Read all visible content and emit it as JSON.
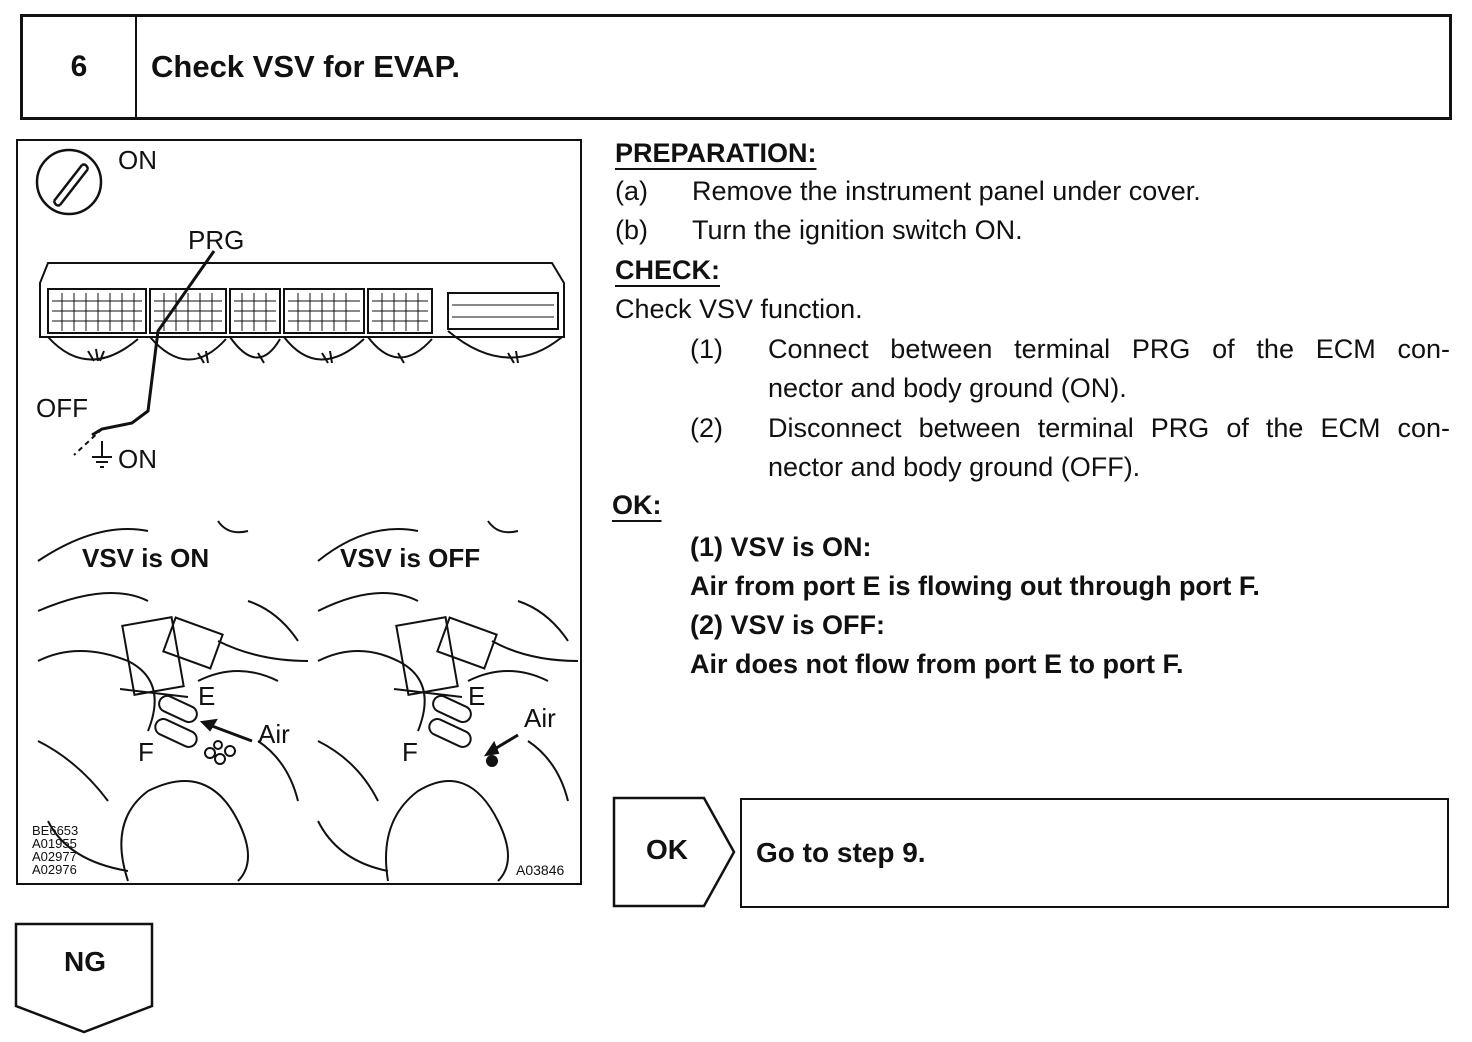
{
  "header": {
    "step_number": "6",
    "title": "Check VSV for EVAP."
  },
  "figure": {
    "ignition_on": "ON",
    "prg_label": "PRG",
    "switch_off": "OFF",
    "switch_on": "ON",
    "vsv_on_title": "VSV is ON",
    "vsv_off_title": "VSV is OFF",
    "port_e": "E",
    "port_f": "F",
    "air": "Air",
    "ref_codes": [
      "BE6653",
      "A01955",
      "A02977",
      "A02976"
    ],
    "figure_code": "A03846"
  },
  "preparation": {
    "heading": "PREPARATION:",
    "steps": [
      {
        "marker": "(a)",
        "text": "Remove the instrument panel under cover."
      },
      {
        "marker": "(b)",
        "text": "Turn the ignition switch ON."
      }
    ]
  },
  "check": {
    "heading": "CHECK:",
    "intro": "Check VSV function.",
    "steps": [
      {
        "marker": "(1)",
        "line1": "Connect between terminal PRG of the ECM con-",
        "line2": "nector and body ground (ON)."
      },
      {
        "marker": "(2)",
        "line1": "Disconnect between terminal PRG of the ECM con-",
        "line2": "nector and body ground (OFF)."
      }
    ]
  },
  "ok_criteria": {
    "heading": "OK:",
    "lines": [
      "(1) VSV is ON:",
      "Air from port E is flowing out through port F.",
      "(2) VSV is OFF:",
      "Air does not flow from port E to port F."
    ]
  },
  "branches": {
    "ok_label": "OK",
    "ok_action": "Go to step 9.",
    "ng_label": "NG"
  }
}
